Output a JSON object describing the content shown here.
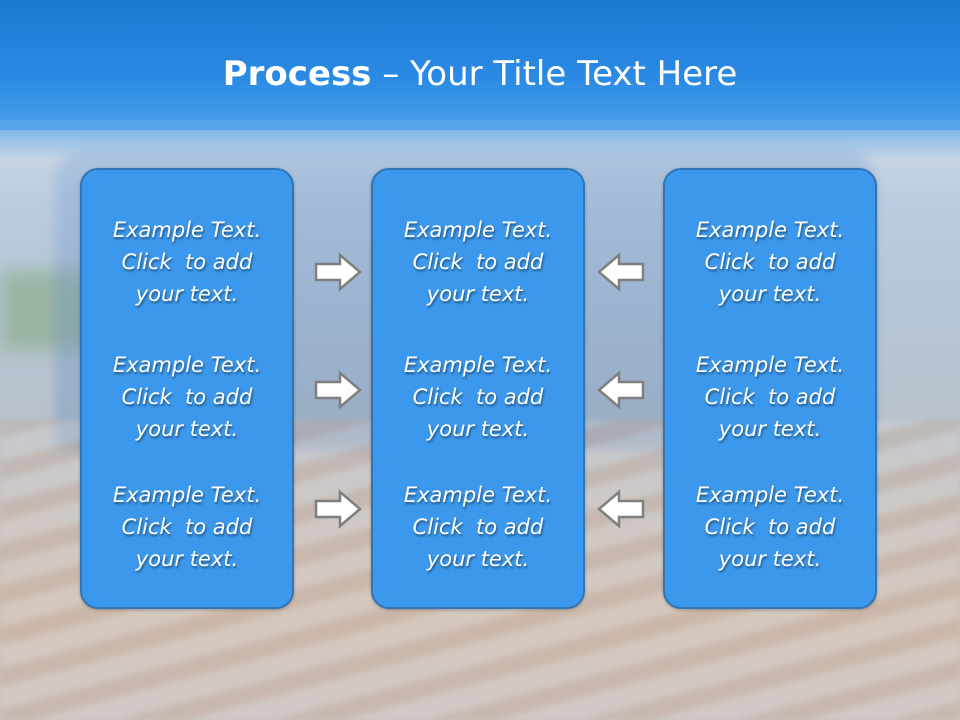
{
  "slide": {
    "title_bold": "Process",
    "title_rest": " – Your Title Text Here"
  },
  "columns": [
    {
      "items": [
        {
          "line1": "Example Text.",
          "line2": "Click  to add",
          "line3": "your text."
        },
        {
          "line1": "Example Text.",
          "line2": "Click  to add",
          "line3": "your text."
        },
        {
          "line1": "Example Text.",
          "line2": "Click  to add",
          "line3": "your text."
        }
      ]
    },
    {
      "items": [
        {
          "line1": "Example Text.",
          "line2": "Click  to add",
          "line3": "your text."
        },
        {
          "line1": "Example Text.",
          "line2": "Click  to add",
          "line3": "your text."
        },
        {
          "line1": "Example Text.",
          "line2": "Click  to add",
          "line3": "your text."
        }
      ]
    },
    {
      "items": [
        {
          "line1": "Example Text.",
          "line2": "Click  to add",
          "line3": "your text."
        },
        {
          "line1": "Example Text.",
          "line2": "Click  to add",
          "line3": "your text."
        },
        {
          "line1": "Example Text.",
          "line2": "Click  to add",
          "line3": "your text."
        }
      ]
    }
  ],
  "arrows": {
    "left_group": "arrow-right-icon",
    "right_group": "arrow-left-icon"
  },
  "colors": {
    "header": "#2a8ae4",
    "box_fill": "#3c98ec",
    "box_border": "#2f76b7",
    "arrow_fill": "#ffffff",
    "arrow_stroke": "#7f7f7f"
  }
}
